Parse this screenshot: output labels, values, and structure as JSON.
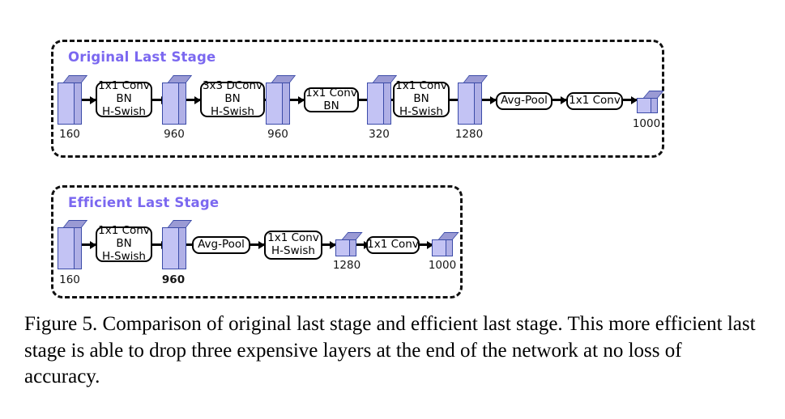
{
  "figure": {
    "caption": "Figure 5. Comparison of original last stage and efficient last stage. This more efficient last stage is able to drop three expensive layers at the end of the network at no loss of accuracy.",
    "title_color": "#7b68f0",
    "slab_color": "#c3c3f4",
    "slab_edge_color": "#3b4ba8"
  },
  "stages": [
    {
      "title": "Original Last Stage",
      "tensors": [
        {
          "label": "160"
        },
        {
          "label": "960"
        },
        {
          "label": "960"
        },
        {
          "label": "320"
        },
        {
          "label": "1280"
        },
        {
          "label": "1000"
        }
      ],
      "ops": [
        {
          "lines": [
            "1x1 Conv",
            "BN",
            "H-Swish"
          ]
        },
        {
          "lines": [
            "3x3 DConv",
            "BN",
            "H-Swish"
          ]
        },
        {
          "lines": [
            "1x1 Conv",
            "BN"
          ]
        },
        {
          "lines": [
            "1x1 Conv",
            "BN",
            "H-Swish"
          ]
        },
        {
          "lines": [
            "Avg-Pool"
          ]
        },
        {
          "lines": [
            "1x1 Conv"
          ]
        }
      ]
    },
    {
      "title": "Efficient Last Stage",
      "tensors": [
        {
          "label": "160"
        },
        {
          "label": "960"
        },
        {
          "label": "1280"
        },
        {
          "label": "1000"
        }
      ],
      "ops": [
        {
          "lines": [
            "1x1 Conv",
            "BN",
            "H-Swish"
          ]
        },
        {
          "lines": [
            "Avg-Pool"
          ]
        },
        {
          "lines": [
            "1x1 Conv",
            "H-Swish"
          ]
        },
        {
          "lines": [
            "1x1 Conv"
          ]
        }
      ]
    }
  ]
}
